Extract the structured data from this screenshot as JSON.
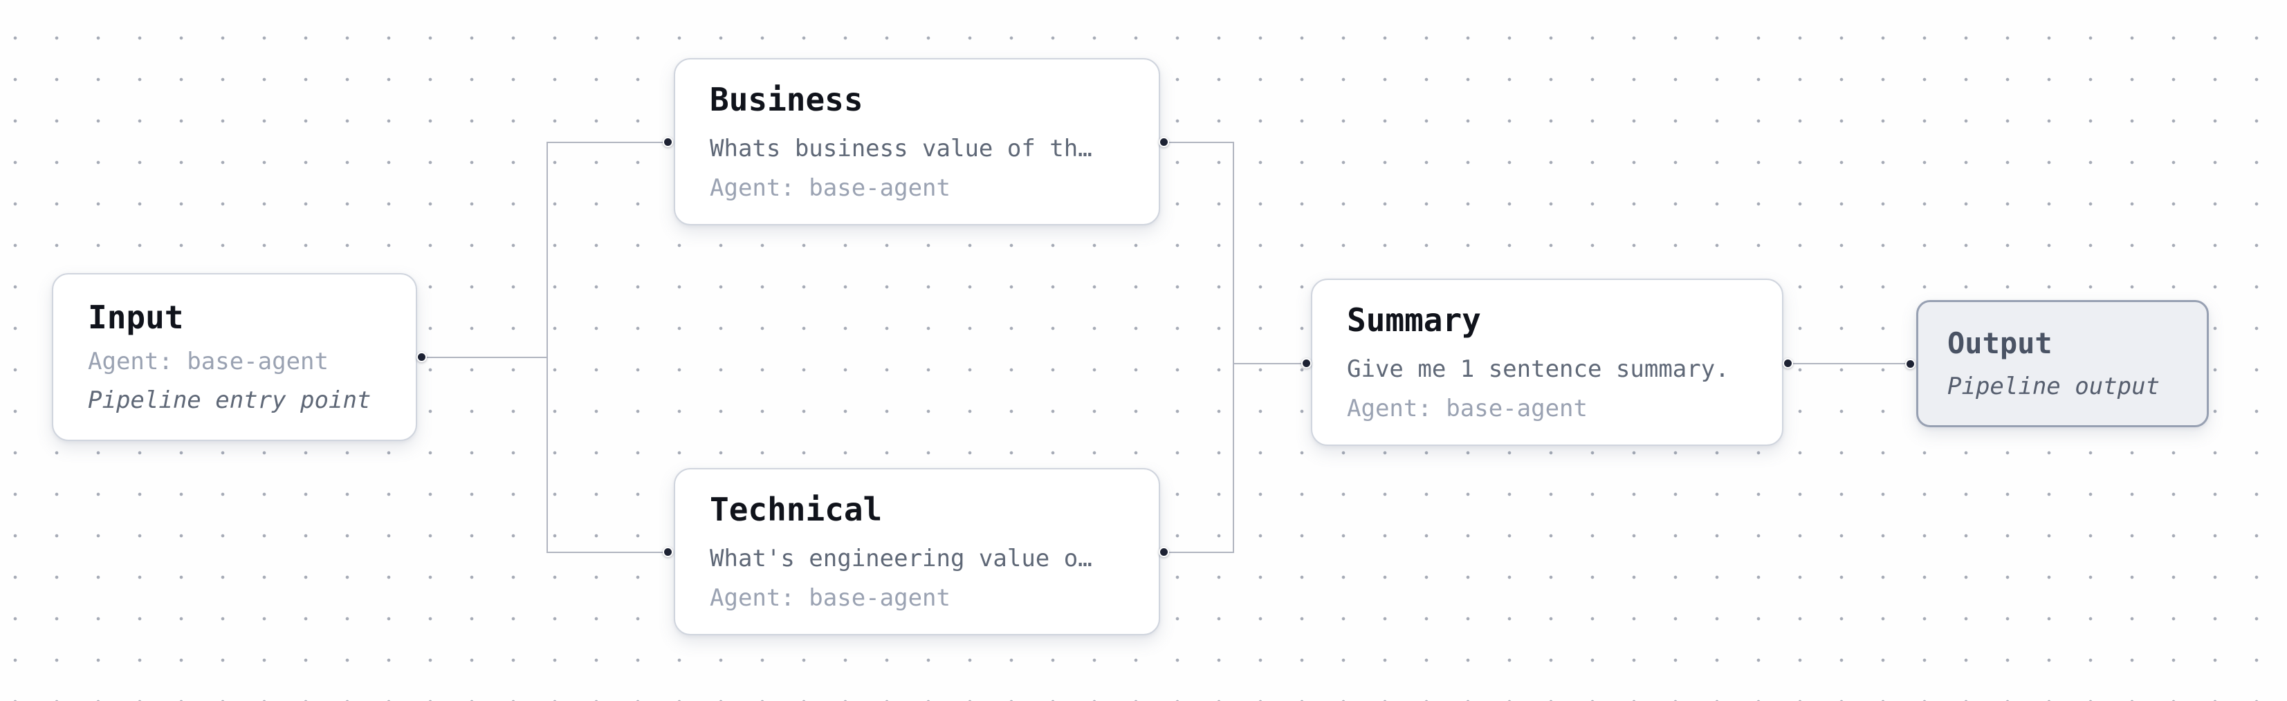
{
  "pipeline": {
    "input": {
      "title": "Input",
      "agent": "Agent: base-agent",
      "note": "Pipeline entry point"
    },
    "business": {
      "title": "Business",
      "prompt": "Whats business value of th…",
      "agent": "Agent: base-agent"
    },
    "technical": {
      "title": "Technical",
      "prompt": "What's engineering value o…",
      "agent": "Agent: base-agent"
    },
    "summary": {
      "title": "Summary",
      "prompt": "Give me 1 sentence summary.",
      "agent": "Agent: base-agent"
    },
    "output": {
      "title": "Output",
      "note": "Pipeline output"
    }
  },
  "colors": {
    "canvas_bg": "#fefefe",
    "grid_dot": "#a6abb6",
    "edge": "#b1b5c0",
    "port": "#1d2233",
    "node_bg": "#ffffff",
    "node_border": "#d0d5de",
    "title": "#10131b",
    "prompt": "#5f6877",
    "agent": "#9aa2b2",
    "output_bg": "#edeff3",
    "output_border": "#97a0b2",
    "output_title": "#4a5364",
    "output_note": "#565e6e"
  }
}
